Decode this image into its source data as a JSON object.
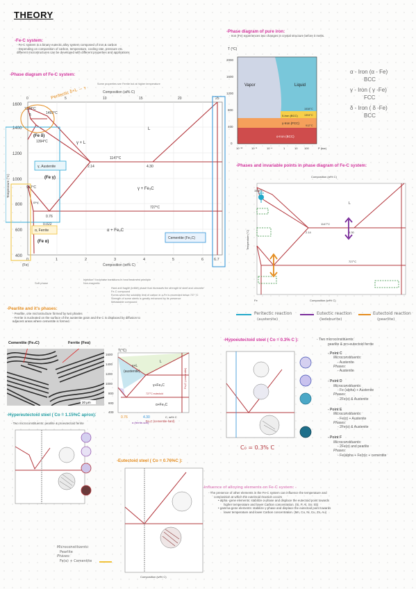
{
  "title": "THEORY",
  "fec_system": {
    "heading": "-Fe-C system:",
    "lines": [
      "- Fe-C system is a binary eutectic alloy system composed of iron & carbon",
      "- Depending on composition of carbon, temperature, cooling rate, pressure etc.",
      "different microstructures can be developed with different properties and applications"
    ]
  },
  "phase_diagram_fec": {
    "heading": "-Phase diagram of Fe-C system:",
    "top_note": "Some properties see Ferrite but at higher temperature",
    "top_axis_label": "Composition (at% C)",
    "bottom_axis_label": "Composition (wt% C)",
    "y_axis_label": "Temperature (°C)",
    "y_ticks": [
      "1600",
      "1400",
      "1200",
      "1000",
      "800",
      "600",
      "400"
    ],
    "x_ticks": [
      "0",
      "1",
      "2",
      "3",
      "4",
      "5",
      "6",
      "6.7"
    ],
    "top_ticks": [
      "0",
      "5",
      "10",
      "15",
      "20",
      "25"
    ],
    "fe_label": "(Fe)",
    "labels": {
      "t1538": "1538°C",
      "t1493": "1493°C",
      "t1394": "1394°C",
      "t912": "912°C",
      "t1147": "1147°C",
      "t727": "727°C",
      "c214": "2.14",
      "c430": "4.30",
      "c076": "0.76",
      "c0022": "0.022",
      "L": "L",
      "gL": "γ + L",
      "gFe3C": "γ + Fe₃C",
      "aFe3C": "α + Fe₃C",
      "aaustenite": "γ, Austenite",
      "aferrite": "α, Ferrite",
      "cementite": "Cementite (Fe₃C)",
      "ag": "α+γ",
      "d": "δ"
    },
    "peritectic_note": "Peritectic δ+L → γ",
    "fe_delta": "(Fe δ)",
    "fe_gamma": "(Fe γ)",
    "fe_alpha": "(Fe α)",
    "soft_phase": "Soft phase",
    "notes_bottom_left": [
      "Injection? Ion/phase transitions in heat treatment principle",
      "Non-magnetic"
    ],
    "notes_bottom_right": [
      "Hard and fragile (brittle) phase that increases the strength of steel and concrete",
      "Fe-C compound",
      "Forms when the solubility limit of carbon in α-Fe is exceeded below 727 °C",
      "Strength of some steels is greatly enhanced by its presence",
      "Metastable compound"
    ]
  },
  "pearlite": {
    "heading": "-Pearlite and it's phases:",
    "lines": [
      "- Pearlite, one microstructure formed by two phases",
      "- Ferrite is nucleated on the surface of the austenite grain and the C is displaced by diffusion to",
      "adjacent areas where cementite is formed."
    ],
    "label_cementite": "Cementite (Fe₃C)",
    "label_ferrite": "Ferrite (Feα)",
    "scale": "20 μm",
    "mini_temp": "T(°C)",
    "mini_L": "L",
    "mini_gL": "γ+L",
    "mini_austenite": "(austenite)",
    "mini_gFe3C": "γ+Fe₃C",
    "mini_727": "727°C eutectoid",
    "mini_aFe3C": "α+Fe₃C",
    "mini_cementite": "Fe₃C (cementite)",
    "mini_c": "C, wt% C",
    "mini_ferrite": "α (ferrite-soft)",
    "mini_cementite_hard": "Fe₃C (cementite-hard)",
    "mini_076": "0.76",
    "mini_430": "4.30",
    "mini_ticks": [
      "1600",
      "1400",
      "1200",
      "1000",
      "800",
      "600",
      "400"
    ]
  },
  "hyper": {
    "heading": "-Hypereutectoid steel ( Co = 1.15%C aprox):",
    "line": "- Two microconstituents: pearlite & proeutectoid ferrite"
  },
  "eutectoid": {
    "heading": "-Eutectoid steel ( Co = 0.76%C ):",
    "microconstituents_label": "Microconstituents:",
    "microconstituents": "Pearlite",
    "phases_label": "Phases:",
    "phases": "Fe(α) + Cementite",
    "x_label": "Composition (wt% C)"
  },
  "pure_iron": {
    "heading": "-Phase diagram of pure iron:",
    "line": "- Iron (Fe) experiences two changes in crystal structure before it melts.",
    "y_label": "T (°C)",
    "vapor": "Vapor",
    "liquid": "Liquid",
    "delta": "δ-Iron (BCC)",
    "gamma": "γ-Iron (FCC)",
    "alpha": "α-Iron (BCC)",
    "t1538": "1538°C",
    "t1394": "1394°C",
    "t912": "912°C",
    "p_label": "P (bar)",
    "x_ticks": [
      "10⁻¹²",
      "10⁻⁸",
      "10⁻⁴",
      "1",
      "10",
      "100"
    ],
    "y_ticks": [
      "2000",
      "1600",
      "1200",
      "800",
      "400",
      "0"
    ]
  },
  "iron_forms": [
    {
      "name": "α - Iron  (α - Fe)",
      "struct": "BCC"
    },
    {
      "name": "γ - Iron  ( γ -Fe)",
      "struct": "FCC"
    },
    {
      "name": "δ - Iron  ( δ -Fe)",
      "struct": "BCC"
    }
  ],
  "invariant": {
    "heading": "-Phases and invariable points in phase diagram of Fe-C system:",
    "top_axis": "Composition (at% C)",
    "bottom_axis": "Composition (wt% C)",
    "y_label": "Temperature (°C)",
    "t1538": "1538°C",
    "t1147": "1147°C",
    "t727": "727°C",
    "c214": "2.14",
    "c430": "4.30",
    "L": "L",
    "fe": "Fe",
    "legend": [
      {
        "label": "Peritectic reaction",
        "sub": "(austenite)",
        "color": "#22a8c9"
      },
      {
        "label": "Eutectic reaction",
        "sub": "(ledeburite)",
        "color": "#7a2c9a"
      },
      {
        "label": "Eutectoid reaction",
        "sub": "(pearlite)",
        "color": "#e48b1c"
      }
    ]
  },
  "hypo": {
    "heading": "-Hypoeutectoid steel ( Co = 0.3% C ):",
    "line": "- Two microconstituents:",
    "line2": "pearlite & pro-eutectoid ferrite",
    "co_note": "C₀ = 0.3% C",
    "points": [
      {
        "name": "- Point C",
        "micro_label": "Microconstituents:",
        "micro": "- Austenite",
        "phases_label": "Phases:",
        "phases": "- Austenite"
      },
      {
        "name": "- Point D",
        "micro_label": "Microconstituents:",
        "micro": "- Fe (alpha) + Austenite",
        "phases_label": "Phases:",
        "phases": "- 2Fe(α) & Austenite"
      },
      {
        "name": "- Point E",
        "micro_label": "Microconstituents:",
        "micro": "- Fe(α) + Austenite",
        "phases_label": "Phases:",
        "phases": "- 2Fe(α) & Austenite"
      },
      {
        "name": "- Point F",
        "micro_label": "Microconstituents:",
        "micro": "- 2Fe(α) and pearlite",
        "phases_label": "Phases:",
        "phases": "- Fe(alpha + Fe(α)c + cementite"
      }
    ]
  },
  "alloying": {
    "heading": "-Influence of alloying elements on Fe-C system: -",
    "lines": [
      "- The presence of other elements in the Fe-C system can influence the temperature and",
      "composition at which the eutectoid reaction occurs",
      "• alpha -gene elements: stabilize α-phase and displace the eutectoid point towards",
      "higher temperature and lower Carbon concentration. (Si, P, Al, Sn, Sb)",
      "• gamma-gene elements: stabilize γ-phase and displace the eutectoid point towards",
      "lower temperature and lower Carbon concentration. (Mn, Co, Ni, Cu, Zn, Au)"
    ]
  },
  "colors": {
    "magenta": "#d0309a",
    "teal": "#1e9ca1",
    "orange": "#e48b1c",
    "red": "#b2343a",
    "blue": "#2a8fd6",
    "yellow": "#f0c23a",
    "green": "#2f8c3a",
    "purple": "#7a2c9a"
  }
}
